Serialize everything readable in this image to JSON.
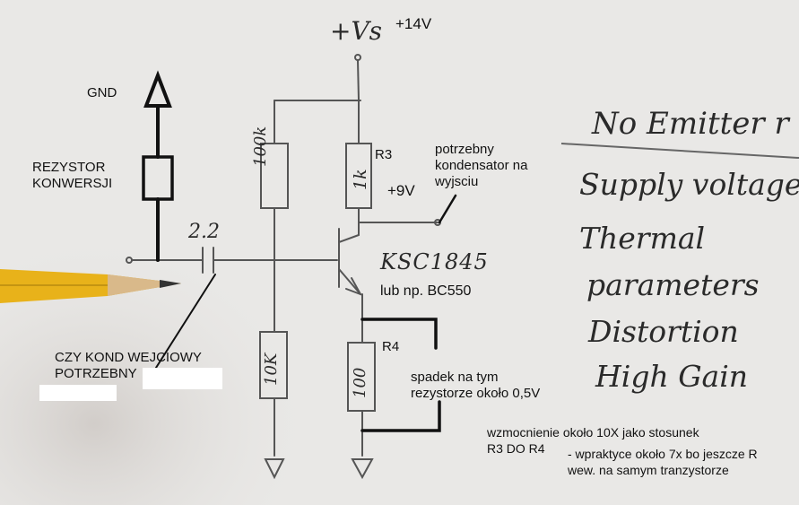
{
  "handwritten": {
    "supply": "+Vs",
    "cap": "2.2",
    "r_100k": "100k",
    "r_1k": "1k",
    "r_10k": "10K",
    "r_100": "100",
    "transistor": "KSC1845",
    "notes": [
      "No Emitter r",
      "Supply voltage",
      "Thermal",
      "parameters",
      "Distortion",
      "High Gain"
    ]
  },
  "annotations": {
    "supply_voltage": "+14V",
    "gnd": "GND",
    "rezystor_line1": "REZYSTOR",
    "rezystor_line2": "KONWERSJI",
    "r3": "R3",
    "r4": "R4",
    "kond_line1": "potrzebny",
    "kond_line2": "kondensator na",
    "kond_line3": "wyjsciu",
    "v9": "+9V",
    "alt_transistor": "lub np. BC550",
    "input_cap_line1": "CZY KOND WEJCIOWY",
    "input_cap_line2": "POTRZEBNY",
    "drop_line1": "spadek na tym",
    "drop_line2": "rezystorze około 0,5V",
    "gain_line1": "wzmocnienie około 10X jako stosunek",
    "gain_line2": "R3 DO R4",
    "gain_line3": "- wpraktyce około 7x bo jeszcze R",
    "gain_line4": "wew. na samym tranzystorze"
  },
  "colors": {
    "paper": "#e9e8e6",
    "pencil_ink": "#555555",
    "marker": "#111111",
    "pencil_body": "#e8b21a"
  }
}
